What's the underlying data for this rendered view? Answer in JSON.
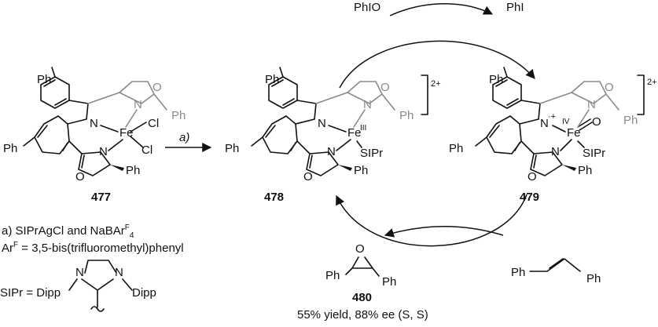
{
  "reagents": {
    "oxidant_in": "PhIO",
    "oxidant_out": "PhI",
    "alkene": "Ph",
    "alkene_end": "Ph"
  },
  "compounds": {
    "c477": {
      "number": "477",
      "metal": "Fe",
      "ligand1": "Cl",
      "ligand2": "Cl"
    },
    "c478": {
      "number": "478",
      "metal": "Fe",
      "ox_state": "III",
      "ligand": "SIPr",
      "charge": "2+"
    },
    "c479": {
      "number": "479",
      "metal": "Fe",
      "ox_state": "IV",
      "ligand": "SIPr",
      "oxo": "O",
      "charge": "2+",
      "radical": "·+"
    },
    "c480": {
      "number": "480",
      "yield": "55% yield, 88% ee (S, S)"
    }
  },
  "atom_labels": {
    "N": "N",
    "O": "O",
    "Ph": "Ph"
  },
  "step_label": "a)",
  "footnote": {
    "line1": "a) SIPrAgCl and NaBAr",
    "line1_sup": "F",
    "line1_sub": "4",
    "line2_pre": "Ar",
    "line2_sup": "F",
    "line2_post": " = 3,5-bis(trifluoromethyl)phenyl",
    "sipr_eq": "SIPr = Dipp",
    "sipr_dipp": "Dipp",
    "sipr_N": "N"
  }
}
